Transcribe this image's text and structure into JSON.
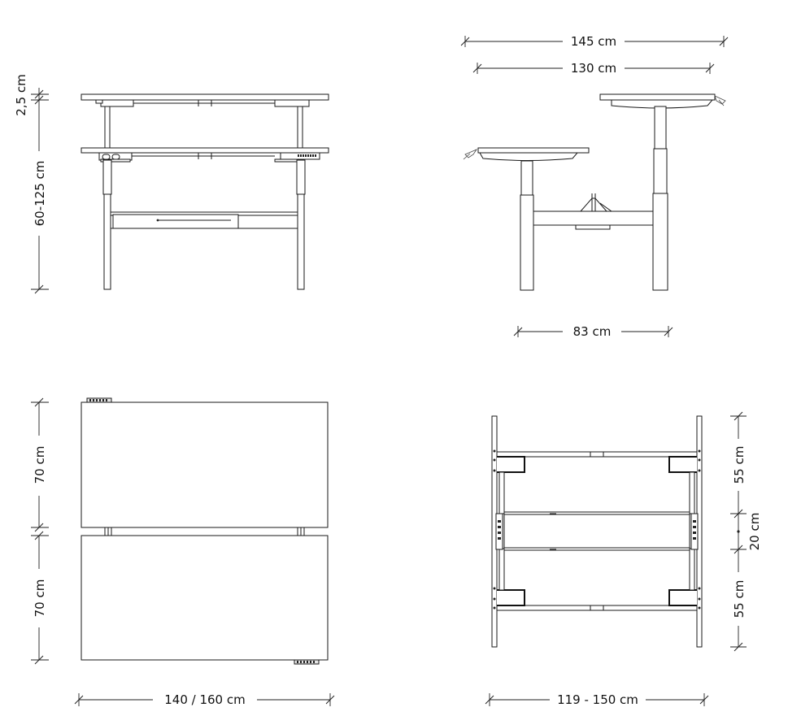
{
  "front_view": {
    "top_thickness": "2,5 cm",
    "height_range": "60-125 cm"
  },
  "side_view": {
    "overall_width": "145 cm",
    "top_width": "130 cm",
    "frame_width": "83 cm"
  },
  "plan_view": {
    "desk_depth_top": "70 cm",
    "desk_depth_bottom": "70 cm",
    "desk_width": "140 / 160 cm"
  },
  "frame_plan": {
    "segment_top": "55 cm",
    "segment_middle": "20 cm",
    "segment_bottom": "55 cm",
    "frame_length": "119 - 150 cm"
  }
}
